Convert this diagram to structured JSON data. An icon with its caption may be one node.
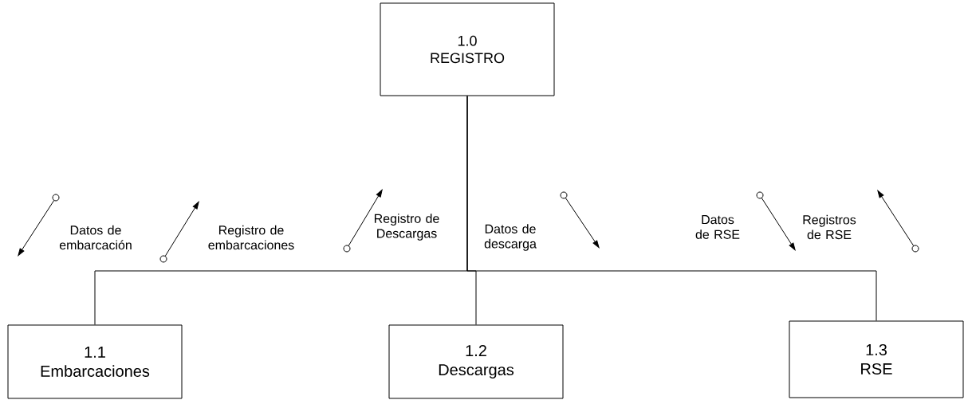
{
  "diagram": {
    "nodes": [
      {
        "text": [
          "1.0",
          "REGISTRO"
        ]
      },
      {
        "text": [
          "1.1",
          "Embarcaciones"
        ]
      },
      {
        "text": [
          "1.2",
          "Descargas"
        ]
      },
      {
        "text": [
          "1.3",
          "RSE"
        ]
      }
    ],
    "edges": [
      {
        "from": 0,
        "to": 1,
        "arrow": "none"
      },
      {
        "from": 0,
        "to": 2,
        "arrow": "none"
      },
      {
        "from": 0,
        "to": 3,
        "arrow": "none"
      }
    ],
    "labels": [
      "Datos de embarcación",
      "Registro de embarcaciones",
      "Registro de Descargas",
      "Datos de descarga",
      "Datos de RSE",
      "Registros de RSE"
    ]
  }
}
